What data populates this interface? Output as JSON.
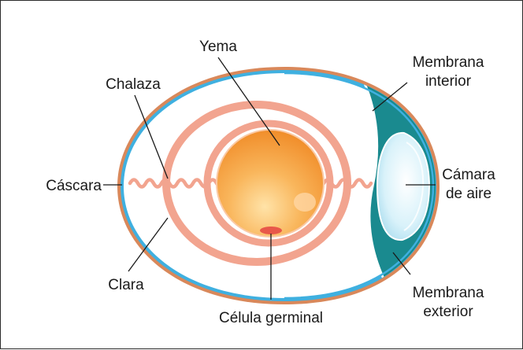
{
  "diagram": {
    "labels": {
      "yema": "Yema",
      "chalaza": "Chalaza",
      "cascara": "Cáscara",
      "clara": "Clara",
      "celula_germinal": "Célula germinal",
      "membrana_interior_1": "Membrana",
      "membrana_interior_2": "interior",
      "camara_aire_1": "Cámara",
      "camara_aire_2": "de aire",
      "membrana_exterior_1": "Membrana",
      "membrana_exterior_2": "exterior"
    },
    "colors": {
      "shell": "#d9885a",
      "inner_membrane": "#3fb0e0",
      "outer_membrane_band": "#1a8a8f",
      "chalaza_rope": "#f2a48f",
      "yolk_outer": "#f39a3a",
      "yolk_inner": "#ffd08a",
      "air_cell": "#bfe8f4",
      "germinal_cell": "#e8584a"
    }
  }
}
